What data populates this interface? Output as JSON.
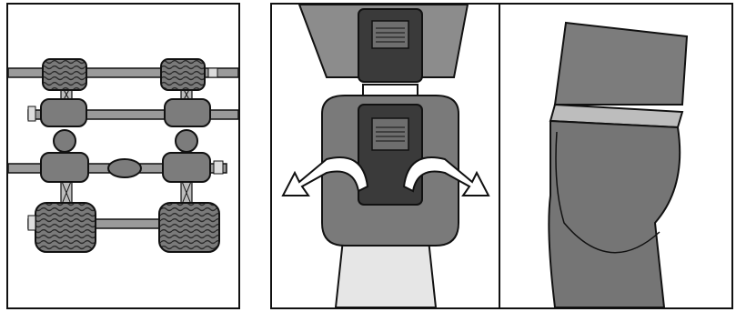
{
  "figure": {
    "panels": [
      {
        "id": "panel-1",
        "depicts": "straps-overview"
      },
      {
        "id": "panel-2",
        "depicts": "buckle-fold-over"
      },
      {
        "id": "panel-3",
        "depicts": "strap-pad-closeup"
      }
    ],
    "colors": {
      "outline": "#111111",
      "pad_dark": "#6e6e6e",
      "pad_mid": "#8c8c8c",
      "strap": "#9a9a9a",
      "buckle": "#3a3a3a",
      "leg_light": "#e6e6e6",
      "background": "#ffffff"
    },
    "icons": {
      "arrow_left": "curved-arrow-left-icon",
      "arrow_right": "curved-arrow-right-icon"
    }
  }
}
